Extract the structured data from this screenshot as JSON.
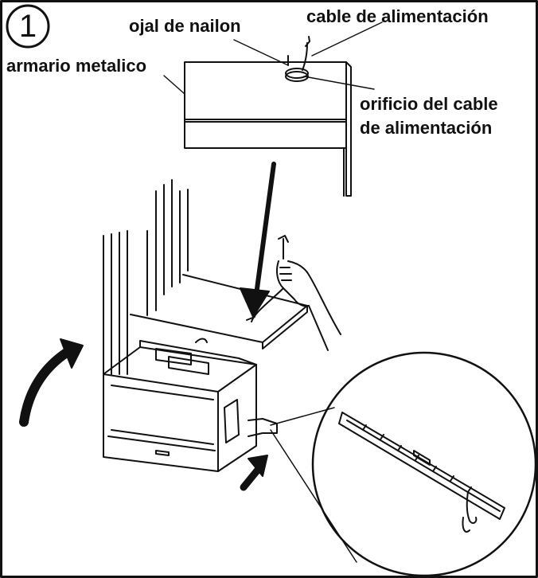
{
  "step_number": "1",
  "labels": {
    "nylon_grommet": "ojal de nailon",
    "power_cord": "cable de alimentación",
    "metal_cabinet": "armario metalico",
    "power_cord_hole_line1": "orificio del cable",
    "power_cord_hole_line2": "de alimentación"
  },
  "colors": {
    "ink": "#111111",
    "background": "#ffffff"
  }
}
